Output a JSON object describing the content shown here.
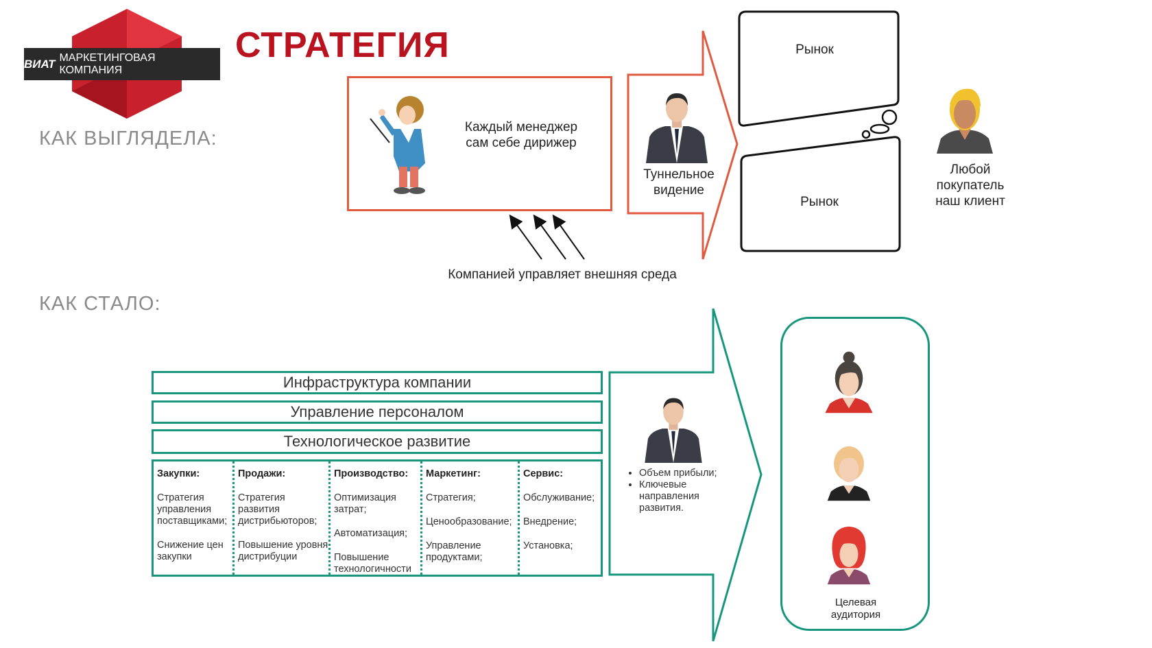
{
  "colors": {
    "brand_red": "#b9131f",
    "frame_red": "#e05a40",
    "frame_green": "#17967d",
    "label_grey": "#8a8a8a"
  },
  "logo": {
    "brand": "ВИАТ",
    "company": "МАРКЕТИНГОВАЯ КОМПАНИЯ"
  },
  "title": "СТРАТЕГИЯ",
  "before": {
    "label": "КАК ВЫГЛЯДЕЛА:",
    "conductor_text": "Каждый менеджер сам себе дирижер",
    "tunnel_label": "Туннельное видение",
    "market_top": "Рынок",
    "market_bottom": "Рынок",
    "buyer_text": "Любой покупатель наш клиент",
    "environment_text": "Компанией управляет внешняя среда"
  },
  "after": {
    "label": "КАК СТАЛО:",
    "bars": [
      "Инфраструктура компании",
      "Управление персоналом",
      "Технологическое развитие"
    ],
    "columns": [
      {
        "header": "Закупки:",
        "items": [
          "Стратегия управления поставщиками;",
          "Снижение цен закупки"
        ]
      },
      {
        "header": "Продажи:",
        "items": [
          "Стратегия развития дистрибьюторов;",
          "Повышение уровня дистрибуции"
        ]
      },
      {
        "header": "Производство:",
        "items": [
          "Оптимизация затрат;",
          "Автоматизация;",
          "Повышение технологичности"
        ]
      },
      {
        "header": "Маркетинг:",
        "items": [
          "Стратегия;",
          "Ценообразование;",
          "Управление продуктами;"
        ]
      },
      {
        "header": "Сервис:",
        "items": [
          "Обслуживание;",
          "Внедрение;",
          "Установка;"
        ]
      }
    ],
    "bullets": [
      "Объем прибыли;",
      "Ключевые направления развития."
    ],
    "audience_text": "Целевая аудитория"
  },
  "icons": [
    "logo-hexagon-icon",
    "conductor-illustration-icon",
    "businessman-icon",
    "blonde-woman-icon",
    "woman-bun-icon",
    "woman-short-hair-icon",
    "woman-red-hair-icon",
    "arrow-icon"
  ]
}
